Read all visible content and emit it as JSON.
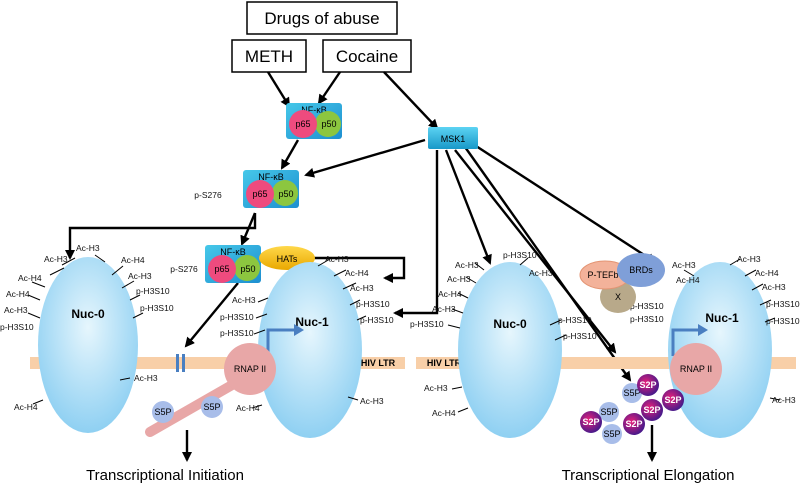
{
  "boxes": {
    "drugs": "Drugs of abuse",
    "meth": "METH",
    "cocaine": "Cocaine"
  },
  "proteins": {
    "nfkb": "NF-κB",
    "p65": "p65",
    "p50": "p50",
    "msk1": "MSK1",
    "hats": "HATs",
    "ptefb": "P-TEFb",
    "brds": "BRDs",
    "x": "X",
    "rnap": "RNAP II"
  },
  "modifications": {
    "ps276": "p-S276",
    "ach3": "Ac-H3",
    "ach4": "Ac-H4",
    "ph3s10": "p-H3S10",
    "s5p": "S5P",
    "s2p": "S2P"
  },
  "nucleosomes": {
    "nuc0": "Nuc-0",
    "nuc1": "Nuc-1"
  },
  "ltr": "HIV LTR",
  "outcomes": {
    "initiation": "Transcriptional Initiation",
    "elongation": "Transcriptional Elongation"
  },
  "colors": {
    "nucleosome": "#a9dcf5",
    "dna": "#f8cfa8",
    "p65": "#ee4b7e",
    "p50": "#8cc63f",
    "nfkb_box": "#2cb5e0",
    "hats": "#f5b800",
    "msk1": "#29b0e0",
    "rnap": "#e8a7a7",
    "ptefb": "#f3b29a",
    "brds": "#7f9fd8",
    "x": "#b8a98a",
    "s5p": "#a8bde9",
    "s2p": "#8a1466",
    "arrow": "#000000",
    "tss_arrow": "#4a7fc1"
  }
}
